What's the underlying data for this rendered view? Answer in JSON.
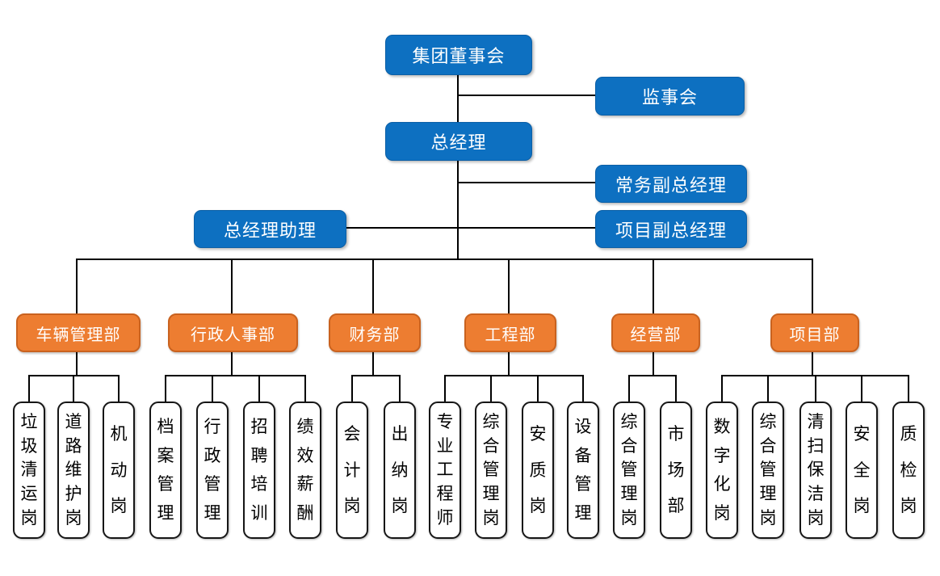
{
  "meta": {
    "type": "org-chart",
    "colors": {
      "executive_box": "#0d70c1",
      "department_box": "#ed7d31",
      "department_border": "#c9621f",
      "post_box_border": "#161616",
      "connector": "#000000",
      "background": "#ffffff"
    }
  },
  "nodes": {
    "board": "集团董事会",
    "supervisory": "监事会",
    "gm": "总经理",
    "exec_deputy_gm": "常务副总经理",
    "gm_assistant": "总经理助理",
    "project_deputy_gm": "项目副总经理"
  },
  "departments": [
    {
      "label": "车辆管理部",
      "children": [
        "垃圾清运岗",
        "道路维护岗",
        "机动岗"
      ]
    },
    {
      "label": "行政人事部",
      "children": [
        "档案管理",
        "行政管理",
        "招聘培训",
        "绩效薪酬"
      ]
    },
    {
      "label": "财务部",
      "children": [
        "会计岗",
        "出纳岗"
      ]
    },
    {
      "label": "工程部",
      "children": [
        "专业工程师",
        "综合管理岗",
        "安质岗",
        "设备管理"
      ]
    },
    {
      "label": "经营部",
      "children": [
        "综合管理岗",
        "市场部"
      ]
    },
    {
      "label": "项目部",
      "children": [
        "数字化岗",
        "综合管理岗",
        "清扫保洁岗",
        "安全岗",
        "质检岗"
      ]
    }
  ]
}
